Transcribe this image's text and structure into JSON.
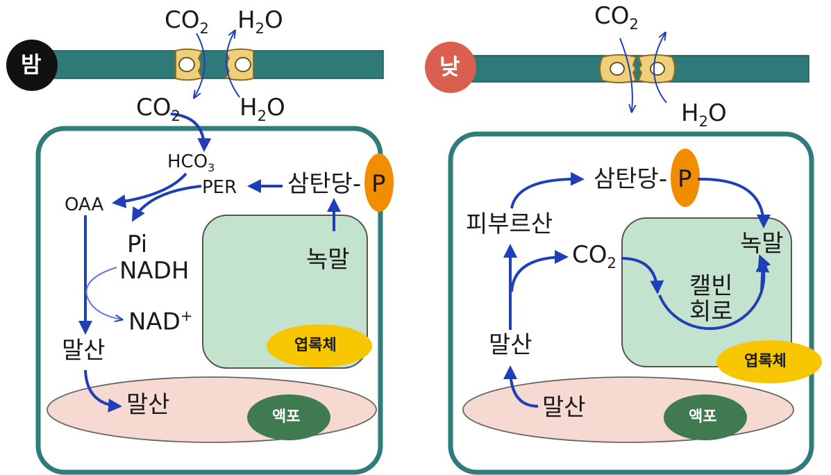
{
  "night": {
    "badge": "밤",
    "co2_out": "CO",
    "h2o_out": "H",
    "co2_in": "CO",
    "h2o_in": "H",
    "hco3": "HCO",
    "per": "PER",
    "oaa": "OAA",
    "pi": "Pi",
    "nadh": "NADH",
    "nad_plus": "NAD",
    "malate_cell": "말산",
    "malate_vacuole": "말산",
    "triose": "삼탄당-",
    "p": "P",
    "starch": "녹말",
    "chloroplast": "엽록체",
    "vacuole": "액포"
  },
  "day": {
    "badge": "낮",
    "co2_top": "CO",
    "h2o_bottom": "H",
    "triose": "삼탄당-",
    "p": "P",
    "pyruvate": "피부르산",
    "co2_cell": "CO",
    "starch": "녹말",
    "calvin_1": "캘빈",
    "calvin_2": "회로",
    "malate_cell": "말산",
    "malate_vacuole": "말산",
    "chloroplast": "엽록체",
    "vacuole": "액포"
  },
  "colors": {
    "membrane": "#2e7a78",
    "cell_border": "#2f7c7a",
    "chloroplast_fill": "#c3e3cf",
    "vacuole_fill": "#f6d9d0",
    "pore": "#f0cf7a",
    "arrow": "#1f3fb8",
    "phosphate": "#f28c00",
    "chloroplast_label": "#f7c600",
    "vacuole_label": "#3f7a50",
    "night_badge": "#111111",
    "day_badge": "#d9604f"
  }
}
